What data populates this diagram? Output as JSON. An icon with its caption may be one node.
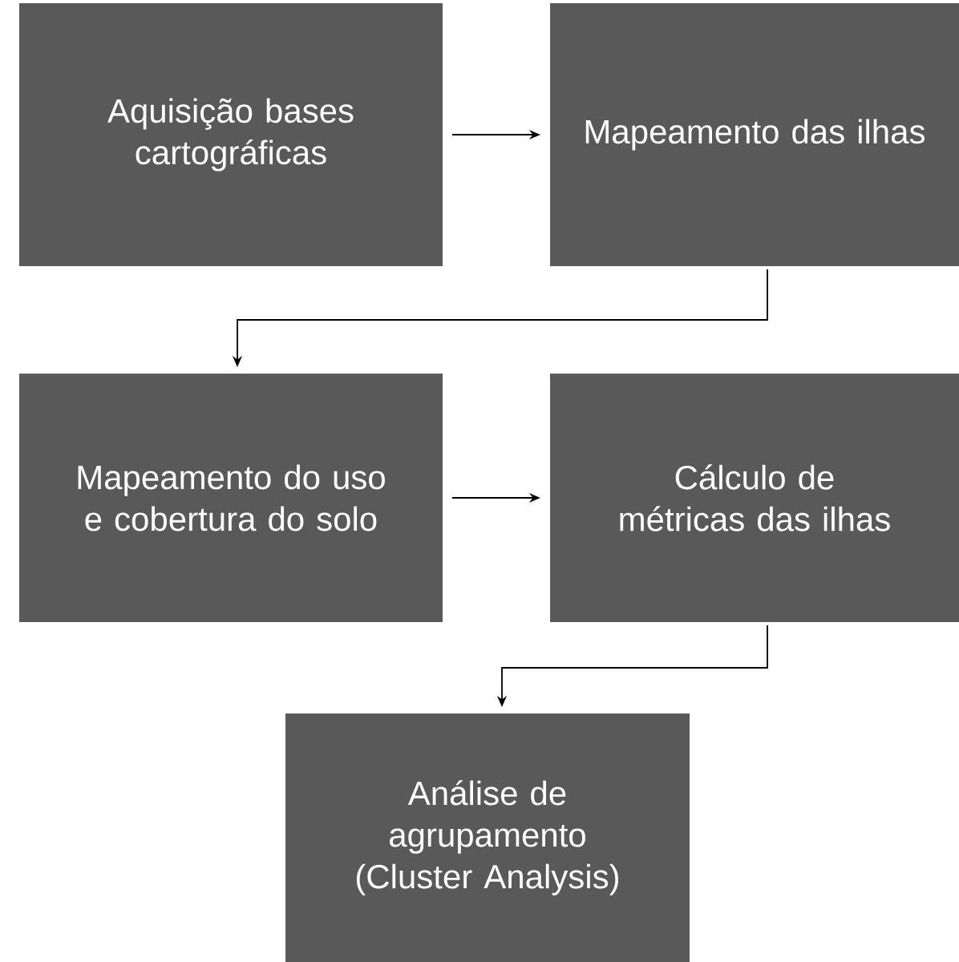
{
  "diagram": {
    "nodes": [
      {
        "text": [
          "Aquisição bases cartográficas"
        ]
      },
      {
        "text": [
          "Mapeamento das ilhas"
        ]
      },
      {
        "text": [
          "Mapeamento do uso e cobertura do solo"
        ]
      },
      {
        "text": [
          "Cálculo de métricas das ilhas"
        ]
      },
      {
        "text": [
          "Análise de agrupamento (Cluster Analysis)"
        ]
      }
    ],
    "edges": [
      {
        "from": 0,
        "to": 1,
        "arrow": "to"
      },
      {
        "from": 1,
        "to": 2,
        "arrow": "to"
      },
      {
        "from": 2,
        "to": 3,
        "arrow": "to"
      },
      {
        "from": 3,
        "to": 4,
        "arrow": "to"
      }
    ]
  }
}
